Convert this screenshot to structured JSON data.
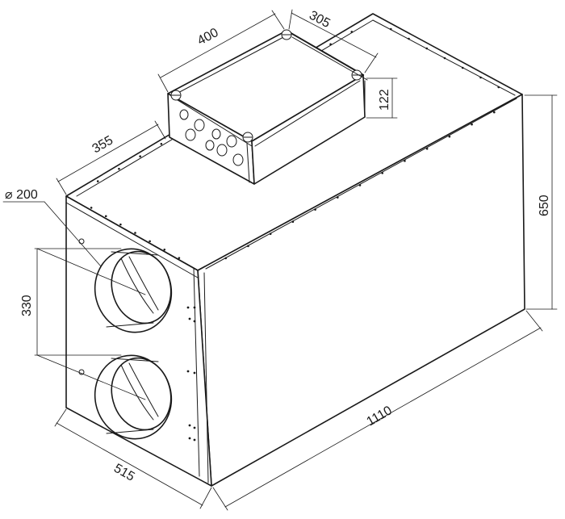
{
  "dimensions": {
    "top_box_length": "400",
    "top_box_depth": "305",
    "top_box_height": "122",
    "top_box_offset": "355",
    "duct_diameter": "⌀ 200",
    "duct_spacing": "330",
    "unit_height": "650",
    "unit_length": "1110",
    "unit_width": "515"
  }
}
